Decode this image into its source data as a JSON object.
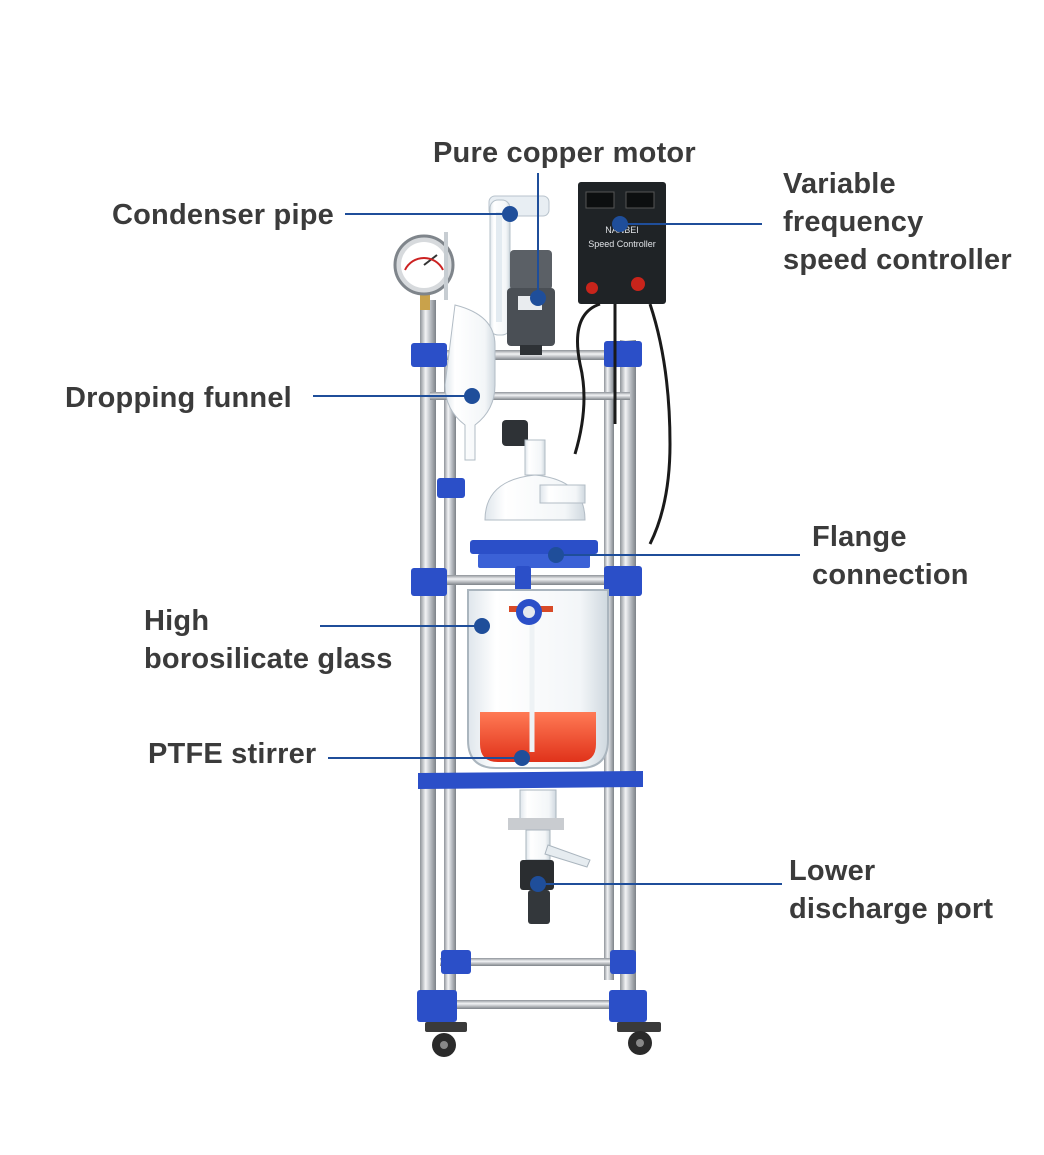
{
  "colors": {
    "callout_blue": "#1f4e9a",
    "frame_blue": "#2b4fc8",
    "steel": "#c9ccd0",
    "liquid": "#f24a2a",
    "label_text": "#3b3b3b"
  },
  "labels": {
    "motor": "Pure copper motor",
    "condenser": "Condenser pipe",
    "controller": [
      "Variable",
      "frequency",
      "speed controller"
    ],
    "dropping_funnel": "Dropping funnel",
    "flange": [
      "Flange",
      "connection"
    ],
    "glass": [
      "High",
      "borosilicate glass"
    ],
    "stirrer": "PTFE stirrer",
    "discharge": [
      "Lower",
      "discharge port"
    ]
  },
  "controller_panel": {
    "brand": "NANBEI",
    "title": "Speed Controller"
  }
}
